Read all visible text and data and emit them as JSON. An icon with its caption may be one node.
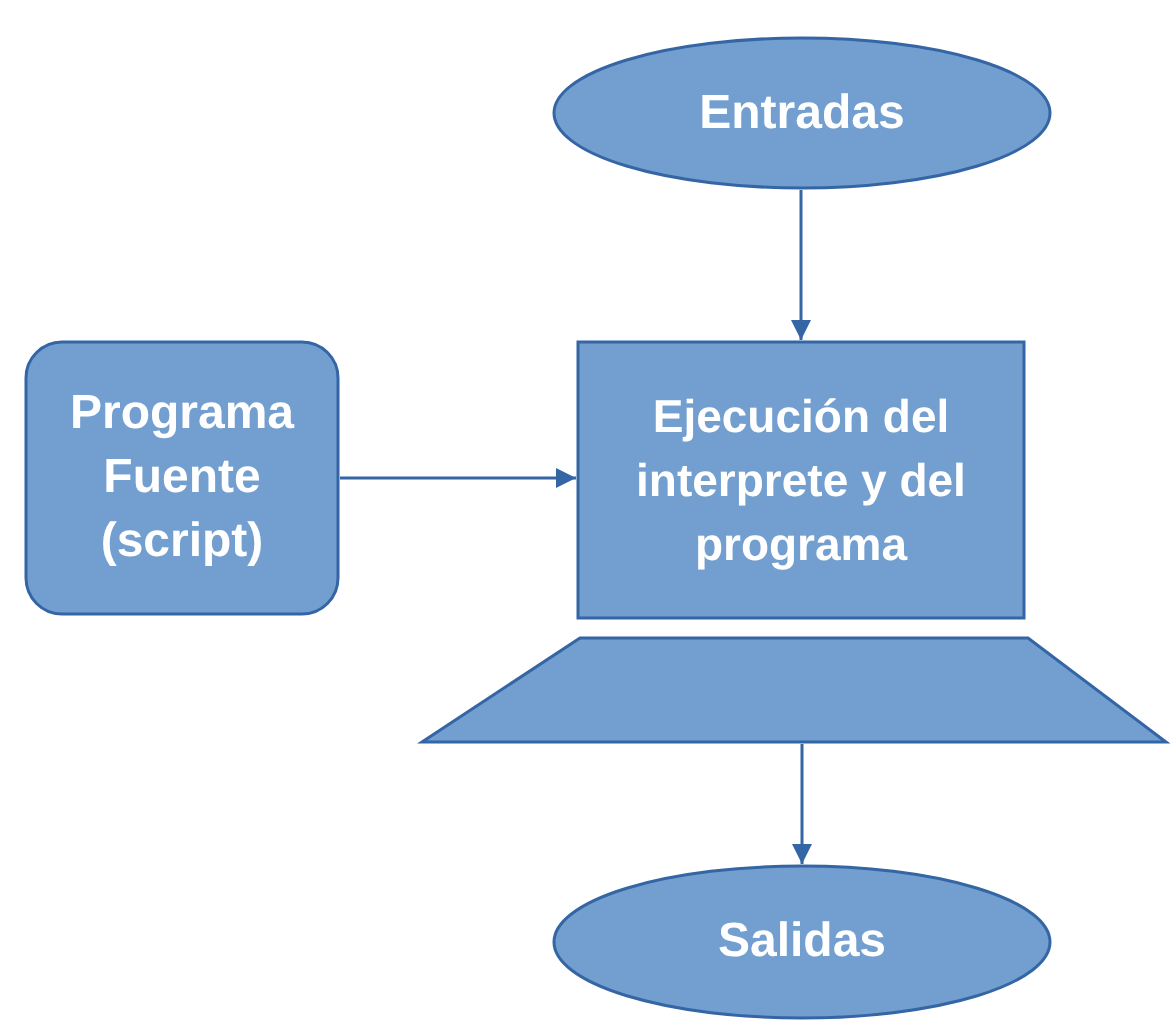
{
  "diagram": {
    "nodes": [
      {
        "text": [
          "Entradas"
        ]
      },
      {
        "text": [
          "Programa Fuente (script)"
        ]
      },
      {
        "text": [
          "Ejecución del interprete y del programa"
        ]
      },
      {
        "text": [],
        "shape": "trapezoid"
      },
      {
        "text": [
          "Salidas"
        ]
      }
    ],
    "edges": [
      {
        "from": 0,
        "to": 2,
        "arrow": "to"
      },
      {
        "from": 1,
        "to": 2,
        "arrow": "to"
      },
      {
        "from": 3,
        "to": 4,
        "arrow": "to"
      }
    ]
  }
}
